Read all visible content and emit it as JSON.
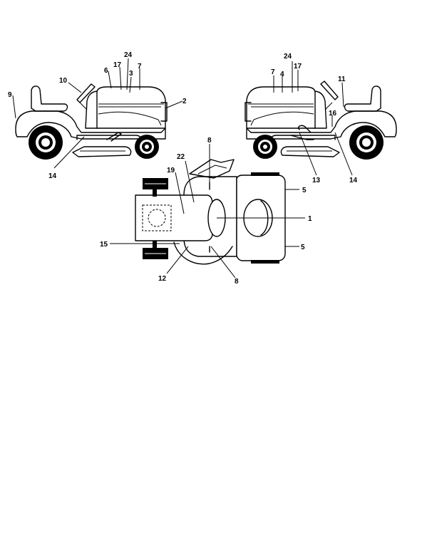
{
  "header": {
    "fragments": [
      "",
      "",
      "",
      "",
      ""
    ]
  },
  "diagram": {
    "left_view_labels": [
      "9",
      "10",
      "6",
      "17",
      "24",
      "3",
      "7",
      "2",
      "14"
    ],
    "right_view_labels": [
      "7",
      "4",
      "24",
      "17",
      "11",
      "16",
      "13",
      "14"
    ],
    "top_view_labels": [
      "8",
      "22",
      "19",
      "5",
      "1",
      "15",
      "5",
      "12",
      "8"
    ]
  }
}
